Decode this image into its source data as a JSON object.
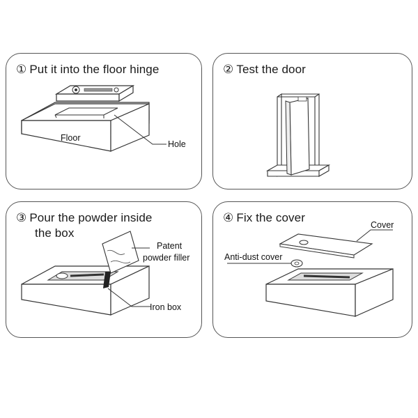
{
  "steps": [
    {
      "number": "①",
      "title": "Put it into the  floor hinge",
      "labels": {
        "floor": "Floor",
        "hole": "Hole"
      }
    },
    {
      "number": "②",
      "title": "Test the door"
    },
    {
      "number": "③",
      "title_line1": "Pour the powder inside",
      "title_line2": "the box",
      "labels": {
        "patent": "Patent",
        "filler": "powder filler",
        "iron_box": "Iron box"
      }
    },
    {
      "number": "④",
      "title": "Fix the cover",
      "labels": {
        "cover": "Cover",
        "anti_dust": "Anti-dust cover"
      }
    }
  ]
}
